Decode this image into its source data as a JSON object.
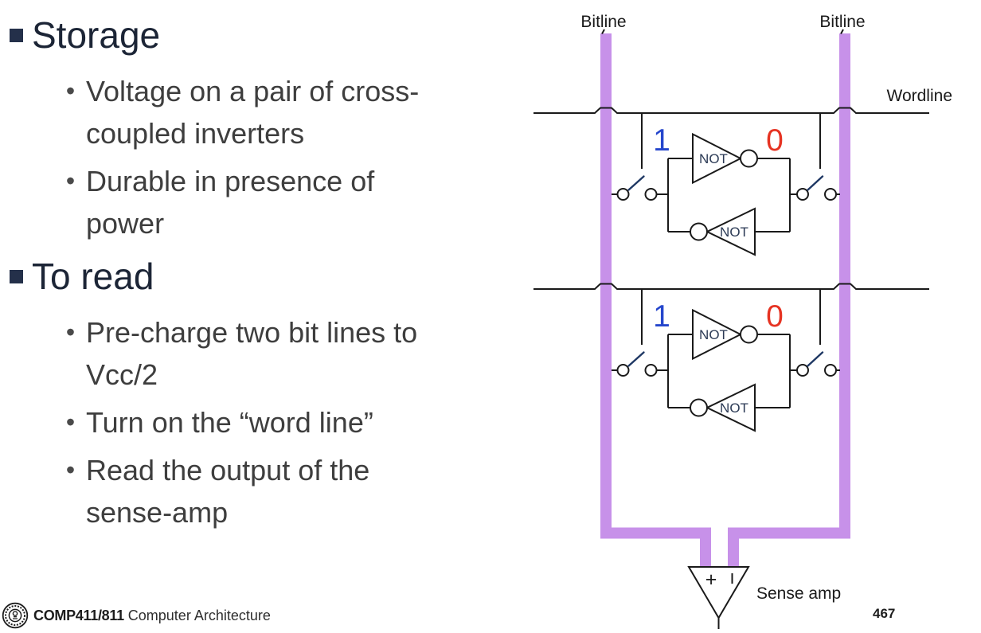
{
  "left_panel": {
    "sections": [
      {
        "title": "Storage",
        "items": [
          {
            "lines": [
              "Voltage on a pair of cross-",
              "coupled inverters"
            ]
          },
          {
            "lines": [
              "Durable in presence of",
              "power"
            ]
          }
        ]
      },
      {
        "title": "To read",
        "items": [
          {
            "lines": [
              "Pre-charge two bit lines to",
              "Vcc/2"
            ]
          },
          {
            "lines": [
              "Turn on the “word line”"
            ]
          },
          {
            "lines": [
              "Read the output of the",
              "sense-amp"
            ]
          }
        ]
      }
    ]
  },
  "diagram": {
    "bitline_left_label": "Bitline",
    "bitline_right_label": "Bitline",
    "wordline_label": "Wordline",
    "not_gate_label": "NOT",
    "sense_amp_label": "Sense amp",
    "sense_amp_plus": "+",
    "cells": [
      {
        "stored_left": "1",
        "stored_right": "0"
      },
      {
        "stored_left": "1",
        "stored_right": "0"
      }
    ],
    "colors": {
      "bitline": "#c791e9",
      "stored_one": "#2546cc",
      "stored_zero": "#e63322",
      "switch_blade": "#1f3864",
      "line": "#1a1a1a"
    }
  },
  "footer": {
    "logo_icon": "university-seal",
    "course_code": "COMP411/811",
    "course_name": "Computer Architecture",
    "page_number": "467"
  }
}
